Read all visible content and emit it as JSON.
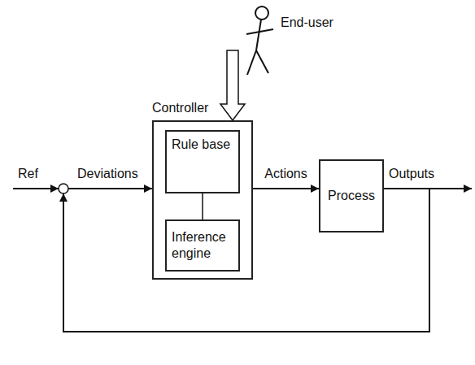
{
  "diagram": {
    "nodes": [
      {
        "text": [
          "Controller"
        ]
      },
      {
        "text": [
          "Rule base"
        ],
        "in": 0
      },
      {
        "text": [
          "Inference engine"
        ],
        "in": 0
      },
      {
        "text": [
          "Process"
        ]
      }
    ],
    "edges": [
      {
        "from": 1,
        "to": 2,
        "arrow": "none"
      },
      {
        "from": 0,
        "to": 3,
        "label": "Actions",
        "arrow": "to"
      }
    ],
    "labels": [
      "End-user",
      "Ref",
      "Deviations",
      "Outputs"
    ]
  }
}
